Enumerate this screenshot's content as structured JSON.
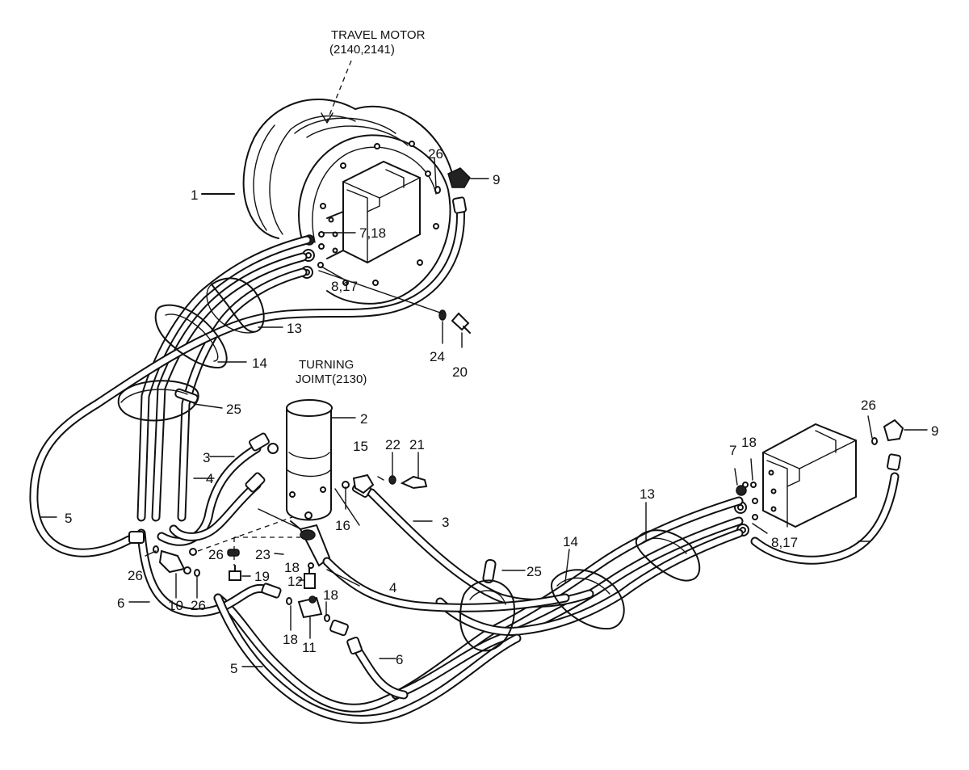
{
  "captions": {
    "travel_motor_line1": "TRAVEL MOTOR",
    "travel_motor_line2": "(2140,2141)",
    "turning_joint_line1": "TURNING",
    "turning_joint_line2": "JOIMT(2130)"
  },
  "labels": {
    "l1": "1",
    "l2": "2",
    "l3a": "3",
    "l3b": "3",
    "l4a": "4",
    "l4b": "4",
    "l5a": "5",
    "l5b": "5",
    "l6a": "6",
    "l6b": "6",
    "l7": "7",
    "l7_18": "7,18",
    "l8_17a": "8,17",
    "l8_17b": "8,17",
    "l9a": "9",
    "l9b": "9",
    "l10": "10",
    "l11": "11",
    "l12": "12",
    "l13a": "13",
    "l13b": "13",
    "l14a": "14",
    "l14b": "14",
    "l15": "15",
    "l16": "16",
    "l18a": "18",
    "l18b": "18",
    "l18c": "18",
    "l18d": "18",
    "l19": "19",
    "l20": "20",
    "l21": "21",
    "l22": "22",
    "l23": "23",
    "l24": "24",
    "l25a": "25",
    "l25b": "25",
    "l26a": "26",
    "l26b": "26",
    "l26c": "26",
    "l26d": "26",
    "l26e": "26"
  }
}
